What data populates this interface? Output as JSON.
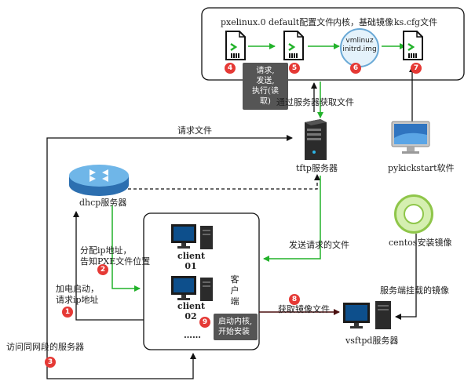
{
  "top_box": {
    "pxelinux_label": "pxelinux.0",
    "default_label": "default配置文件",
    "kernel_label": "内核，基础镜像",
    "kernel_disc_lines": [
      "vmlinuz",
      "initrd.img"
    ],
    "kscfg_label": "ks.cfg文件",
    "request_tip": [
      "请求,",
      "发送,",
      "执行(读取)"
    ]
  },
  "labels": {
    "get_via_server": "通过服务器获取文件",
    "request_file": "请求文件",
    "tftp_server": "tftp服务器",
    "pykickstart": "pykickstart软件",
    "dhcp_server": "dhcp服务器",
    "assign_ip": [
      "分配ip地址，",
      "告知PXE文件位置"
    ],
    "send_requested": "发送请求的文件",
    "centos_image": "centos安装镜像",
    "power_on": [
      "加电启动，",
      "请求ip地址"
    ],
    "mounted_image": "服务端挂载的镜像",
    "get_image_file": "获取镜像文件",
    "visit_servers": "访问同网段的服务器",
    "vsftpd_server": "vsftpd服务器",
    "client_side": [
      "客",
      "户",
      "端"
    ],
    "client1": [
      "client",
      "01"
    ],
    "client2": [
      "client",
      "02"
    ],
    "ellipsis": "……",
    "boot_tip": [
      "启动内核,",
      "开始安装"
    ]
  },
  "badges": [
    "1",
    "2",
    "3",
    "4",
    "5",
    "6",
    "7",
    "8",
    "9"
  ],
  "colors": {
    "green": "#22b22a",
    "black": "#111111",
    "dark_red": "#4a0f0f",
    "badge": "#e53935",
    "tip": "#555555"
  },
  "icons": [
    "file-icon",
    "disc-icon",
    "server-tower-icon",
    "monitor-icon",
    "router-icon",
    "ring-disc-icon"
  ]
}
